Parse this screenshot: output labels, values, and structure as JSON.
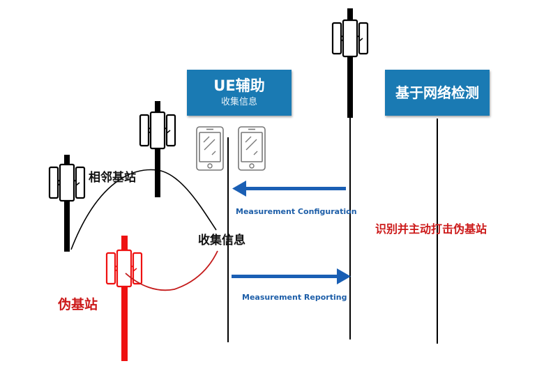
{
  "boxes": {
    "ue_assist": {
      "title": "UE辅助",
      "subtitle": "收集信息"
    },
    "network_detection": {
      "title": "基于网络检测"
    }
  },
  "labels": {
    "neighbor_station": "相邻基站",
    "collect_info": "收集信息",
    "fake_station": "伪基站",
    "identify_attack": "识别并主动打击伪基站"
  },
  "messages": [
    {
      "label": "Measurement Configuration",
      "direction": "to-ue"
    },
    {
      "label": "Measurement Reporting",
      "direction": "to-network"
    }
  ],
  "icons": {
    "towers": [
      "cell-tower-icon",
      "cell-tower-icon",
      "cell-tower-icon",
      "fake-cell-tower-icon"
    ],
    "phones": [
      "smartphone-icon",
      "smartphone-icon"
    ]
  },
  "colors": {
    "box_blue": "#1a7ab3",
    "arrow_blue": "#1a5fb4",
    "fake_red": "#ee1111",
    "label_red": "#cc1a1a",
    "message_text": "#1d5ea8"
  }
}
